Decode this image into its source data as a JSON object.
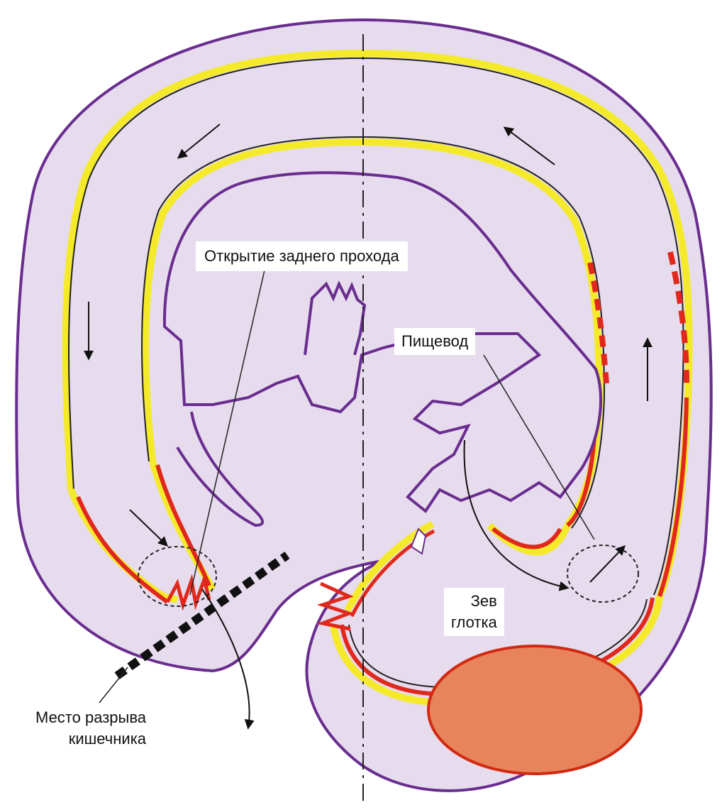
{
  "labels": {
    "anal_opening": "Открытие заднего прохода",
    "esophagus": "Пищевод",
    "pharynx_line1": "Зев",
    "pharynx_line2": "глотка",
    "rupture_line1": "Место разрыва",
    "rupture_line2": "кишечника"
  },
  "colors": {
    "outline": "#6a2d8f",
    "fill": "#e6dced",
    "yellow_layer": "#f4ea2a",
    "red_layer": "#e0281c",
    "yolk": "#e8845c",
    "arrow": "#111111"
  },
  "icons": [
    "arrow-icon",
    "dashed-circle-icon",
    "dotted-rupture-line-icon"
  ]
}
